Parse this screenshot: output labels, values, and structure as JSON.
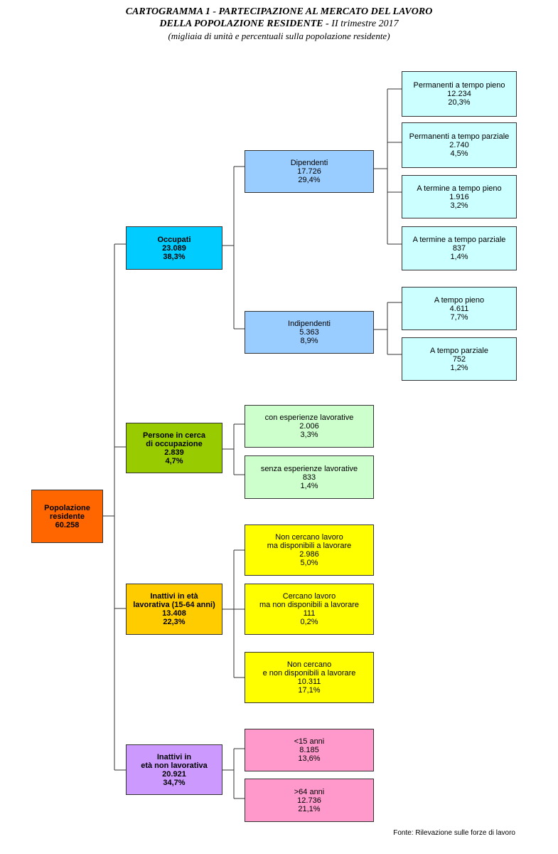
{
  "title": {
    "line1": "CARTOGRAMMA 1 - PARTECIPAZIONE AL MERCATO DEL LAVORO",
    "line2_main": "DELLA POPOLAZIONE RESIDENTE - ",
    "line2_period": "II trimestre 2017",
    "subtitle": "(migliaia di unità e percentuali sulla popolazione residente)"
  },
  "colors": {
    "root": "#ff6600",
    "occupati": "#00ccff",
    "cerca": "#99cc00",
    "inattivi_lav": "#ffcc00",
    "inattivi_non": "#cc99ff",
    "dip_ind": "#99ccff",
    "leaf_cyan": "#ccffff",
    "leaf_green": "#ccffcc",
    "leaf_yellow": "#ffff00",
    "leaf_pink": "#ff99cc"
  },
  "nodes": {
    "root": {
      "l1": "Popolazione",
      "l2": "residente",
      "l3": "60.258"
    },
    "occupati": {
      "l1": "Occupati",
      "l2": "23.089",
      "l3": "38,3%"
    },
    "cerca": {
      "l1": "Persone in cerca",
      "l2": "di occupazione",
      "l3": "2.839",
      "l4": "4,7%"
    },
    "inattivi_lav": {
      "l1": "Inattivi  in età",
      "l2": "lavorativa (15-64 anni)",
      "l3": "13.408",
      "l4": "22,3%"
    },
    "inattivi_non": {
      "l1": "Inattivi  in",
      "l2": "età non lavorativa",
      "l3": "20.921",
      "l4": "34,7%"
    },
    "dipendenti": {
      "l1": "Dipendenti",
      "l2": "17.726",
      "l3": "29,4%"
    },
    "indipendenti": {
      "l1": "Indipendenti",
      "l2": "5.363",
      "l3": "8,9%"
    },
    "perm_pieno": {
      "l1": "Permanenti a tempo pieno",
      "l2": "12.234",
      "l3": "20,3%"
    },
    "perm_parz": {
      "l1": "Permanenti a tempo parziale",
      "l2": "2.740",
      "l3": "4,5%"
    },
    "term_pieno": {
      "l1": "A termine a tempo pieno",
      "l2": "1.916",
      "l3": "3,2%"
    },
    "term_parz": {
      "l1": "A termine a tempo parziale",
      "l2": "837",
      "l3": "1,4%"
    },
    "ind_pieno": {
      "l1": "A tempo pieno",
      "l2": "4.611",
      "l3": "7,7%"
    },
    "ind_parz": {
      "l1": "A tempo parziale",
      "l2": "752",
      "l3": "1,2%"
    },
    "con_esp": {
      "l1": "con esperienze lavorative",
      "l2": "2.006",
      "l3": "3,3%"
    },
    "senza_esp": {
      "l1": "senza esperienze lavorative",
      "l2": "833",
      "l3": "1,4%"
    },
    "non_cercano_disp": {
      "l1": "Non cercano lavoro",
      "l2": "ma disponibili a lavorare",
      "l3": "2.986",
      "l4": "5,0%"
    },
    "cercano_non_disp": {
      "l1": "Cercano lavoro",
      "l2": "ma non disponibili a lavorare",
      "l3": "111",
      "l4": "0,2%"
    },
    "non_cercano_non_disp": {
      "l1": "Non cercano",
      "l2": "e non disponibili a lavorare",
      "l3": "10.311",
      "l4": "17,1%"
    },
    "lt15": {
      "l1": "<15 anni",
      "l2": "8.185",
      "l3": "13,6%"
    },
    "gt64": {
      "l1": ">64 anni",
      "l2": "12.736",
      "l3": "21,1%"
    }
  },
  "source": "Fonte: Rilevazione sulle forze di lavoro"
}
